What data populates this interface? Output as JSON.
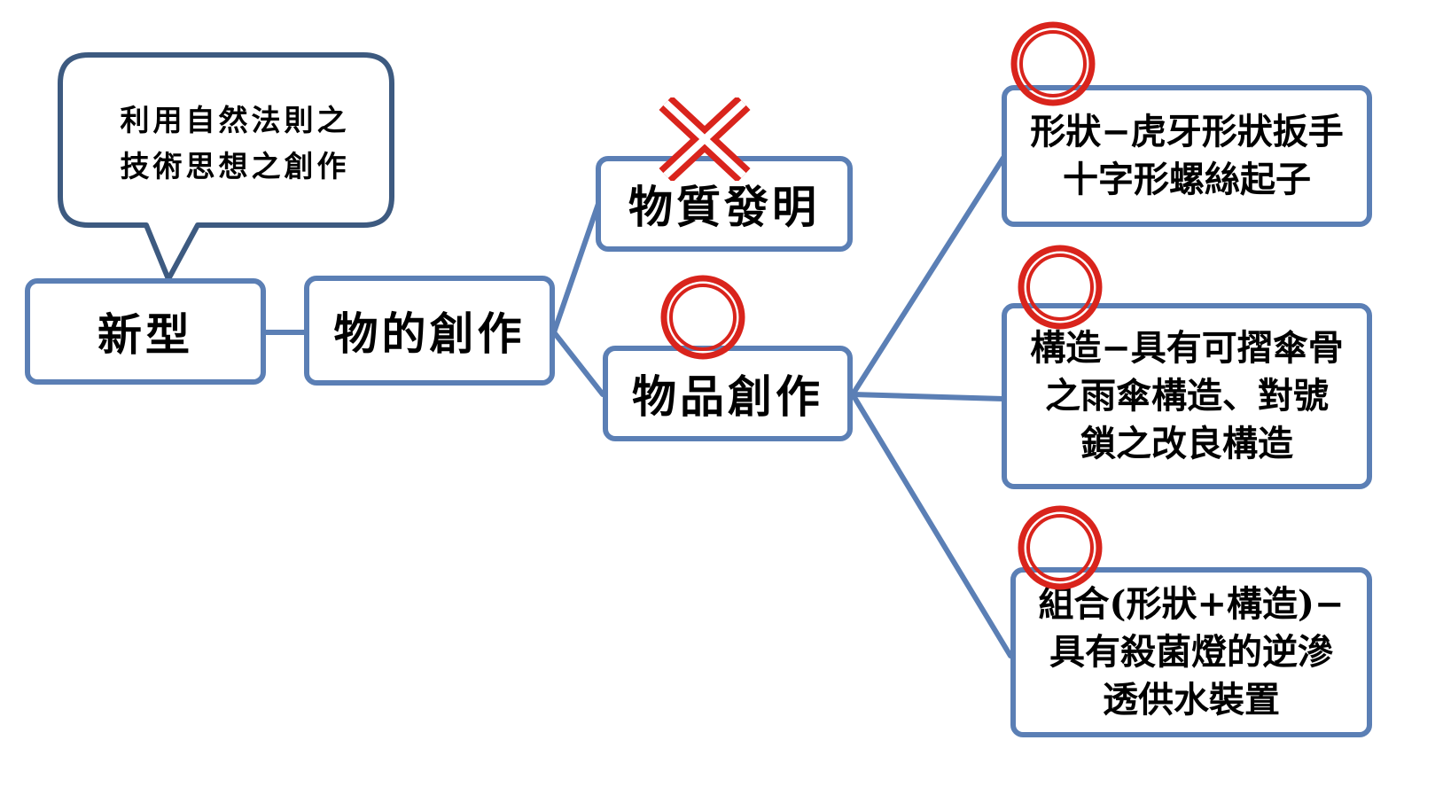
{
  "callout": {
    "line1": "利用自然法則之",
    "line2": "技術思想之創作"
  },
  "nodes": {
    "root": "新型",
    "level1": "物的創作",
    "material_invention": "物質發明",
    "article_creation": "物品創作",
    "shape": {
      "line1": "形狀−虎牙形狀扳手",
      "line2": "十字形螺絲起子"
    },
    "structure": {
      "line1": "構造−具有可摺傘骨",
      "line2": "之雨傘構造、對號",
      "line3": "鎖之改良構造"
    },
    "combination": {
      "line1": "組合(形狀+構造)−",
      "line2": "具有殺菌燈的逆滲",
      "line3": "透供水裝置"
    }
  },
  "marks": {
    "material_invention": "cross-mark-icon",
    "article_creation": "circle-mark-icon",
    "shape": "circle-mark-icon",
    "structure": "circle-mark-icon",
    "combination": "circle-mark-icon"
  },
  "colors": {
    "box_border": "#5b7fb5",
    "callout_border": "#3d5a80",
    "mark_red": "#d9241c"
  }
}
